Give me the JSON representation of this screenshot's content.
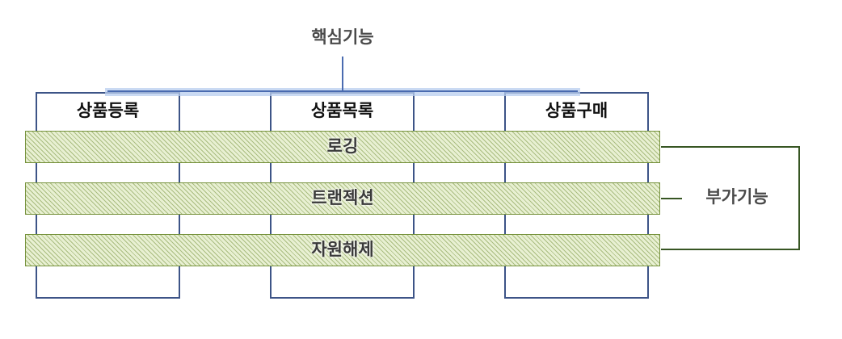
{
  "core": {
    "label": "핵심기능"
  },
  "columns": [
    {
      "label": "상품등록"
    },
    {
      "label": "상품목록"
    },
    {
      "label": "상품구매"
    }
  ],
  "bands": [
    {
      "label": "로깅"
    },
    {
      "label": "트랜젝션"
    },
    {
      "label": "자원해제"
    }
  ],
  "side": {
    "label": "부가기능"
  },
  "colors": {
    "column_border": "#3d5487",
    "band_border": "#76923c",
    "core_connector": "#4a6bb0",
    "core_highlight": "#b8cdef",
    "side_connector": "#375623"
  }
}
